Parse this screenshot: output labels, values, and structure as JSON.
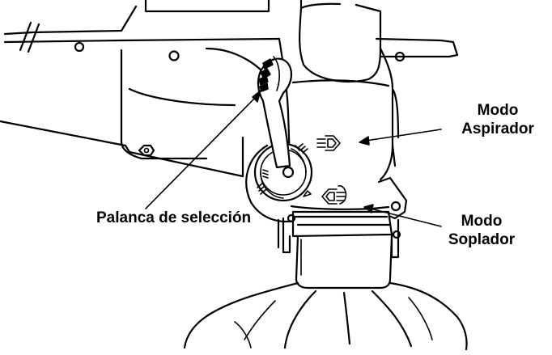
{
  "labels": {
    "lever": "Palanca de selección",
    "vacuum_mode": [
      "Modo",
      "Aspirador"
    ],
    "blower_mode": [
      "Modo",
      "Soplador"
    ]
  },
  "colors": {
    "ink": "#000000",
    "paper": "#ffffff"
  },
  "icons": {
    "vacuum_mode_symbol": "vacuum-arrow-icon",
    "blower_mode_symbol": "blower-arrow-icon"
  }
}
